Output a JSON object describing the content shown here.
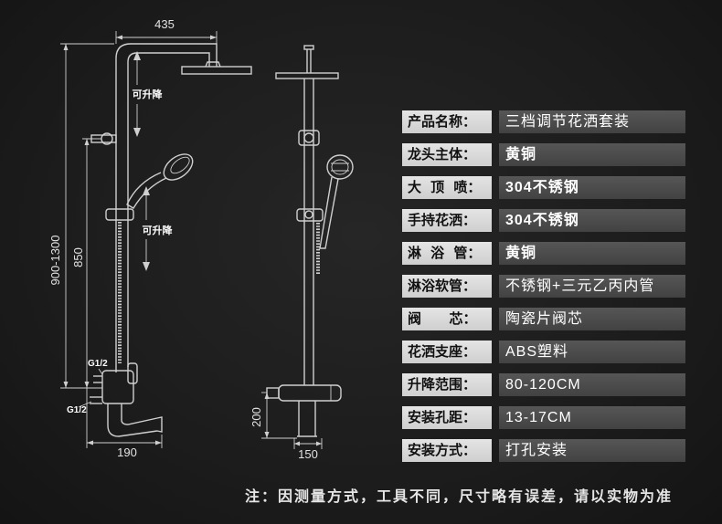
{
  "colors": {
    "background": "#1c1c1c",
    "line": "#cfcfcf",
    "label_bg": "#d9d9d9",
    "label_text": "#111111",
    "value_bg": "#4a4a4a",
    "value_text": "#ffffff",
    "note_text": "#e6e6e6"
  },
  "drawing": {
    "front_view": {
      "width_dim": "435",
      "lift_label_top": "可升降",
      "lift_label_mid": "可升降",
      "total_height_dim": "900-1300",
      "bracket_height_dim": "850",
      "inlet_upper": "G1/2",
      "inlet_lower": "G1/2",
      "spout_dim": "190"
    },
    "side_view": {
      "mixer_height_dim": "200",
      "spout_width_dim": "150"
    }
  },
  "specs": [
    {
      "label": "产品名称：",
      "value": "三档调节花洒套装"
    },
    {
      "label": "龙头主体：",
      "value": "黄铜"
    },
    {
      "label": "大 顶 喷：",
      "value": "304不锈钢"
    },
    {
      "label": "手持花洒：",
      "value": "304不锈钢"
    },
    {
      "label": "淋 浴 管：",
      "value": "黄铜"
    },
    {
      "label": "淋浴软管：",
      "value": "不锈钢+三元乙丙内管"
    },
    {
      "label": "阀   芯：",
      "value": "陶瓷片阀芯"
    },
    {
      "label": "花洒支座：",
      "value": "ABS塑料"
    },
    {
      "label": "升降范围：",
      "value": "80-120CM"
    },
    {
      "label": "安装孔距：",
      "value": "13-17CM"
    },
    {
      "label": "安装方式：",
      "value": "打孔安装"
    }
  ],
  "note": "注：因测量方式，工具不同，尺寸略有误差，请以实物为准"
}
